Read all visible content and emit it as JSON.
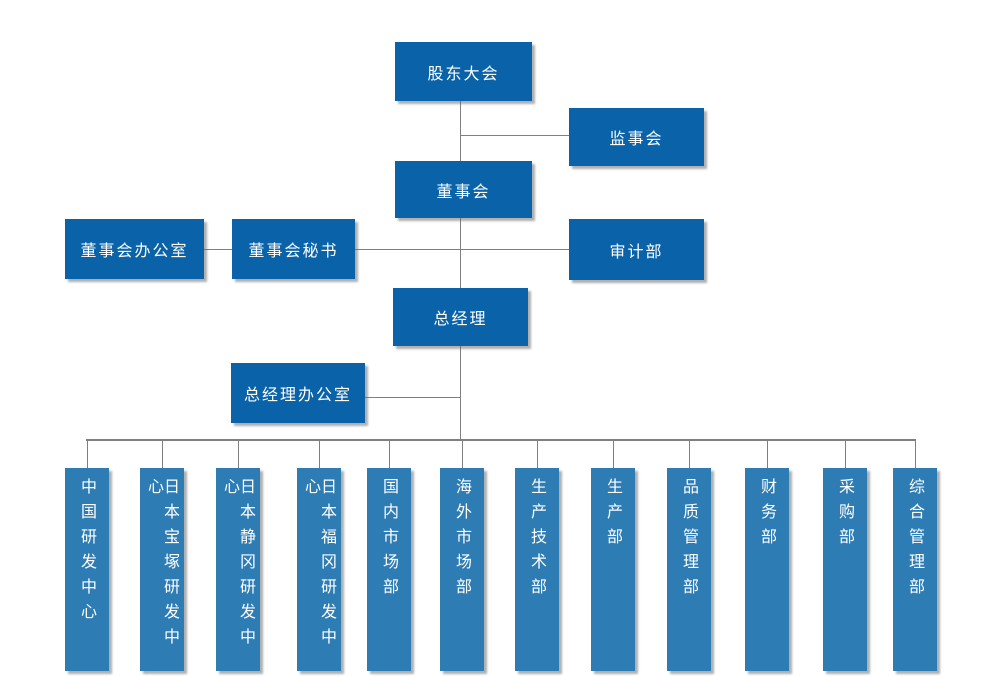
{
  "org": {
    "colors": {
      "level_box": "#0a62a8",
      "department_box": "#2e7cb4",
      "connector": "#7f7f7f",
      "text": "#ffffff",
      "background": "#ffffff"
    },
    "nodes": {
      "shareholders": "股东大会",
      "supervisory": "监事会",
      "board": "董事会",
      "board_office": "董事会办公室",
      "board_secretary": "董事会秘书",
      "audit": "审计部",
      "gm": "总经理",
      "gm_office": "总经理办公室"
    },
    "departments": [
      "中国研发中心",
      "日本宝塚研发中心",
      "日本静冈研发中心",
      "日本福冈研发中心",
      "国内市场部",
      "海外市场部",
      "生产技术部",
      "生产部",
      "品质管理部",
      "财务部",
      "采购部",
      "综合管理部"
    ],
    "hierarchy_note": "股东大会 > 董事会 > 总经理 > 12 departments; 监事会/审计部/董事会秘书/董事会办公室/总经理办公室 are side branches"
  }
}
